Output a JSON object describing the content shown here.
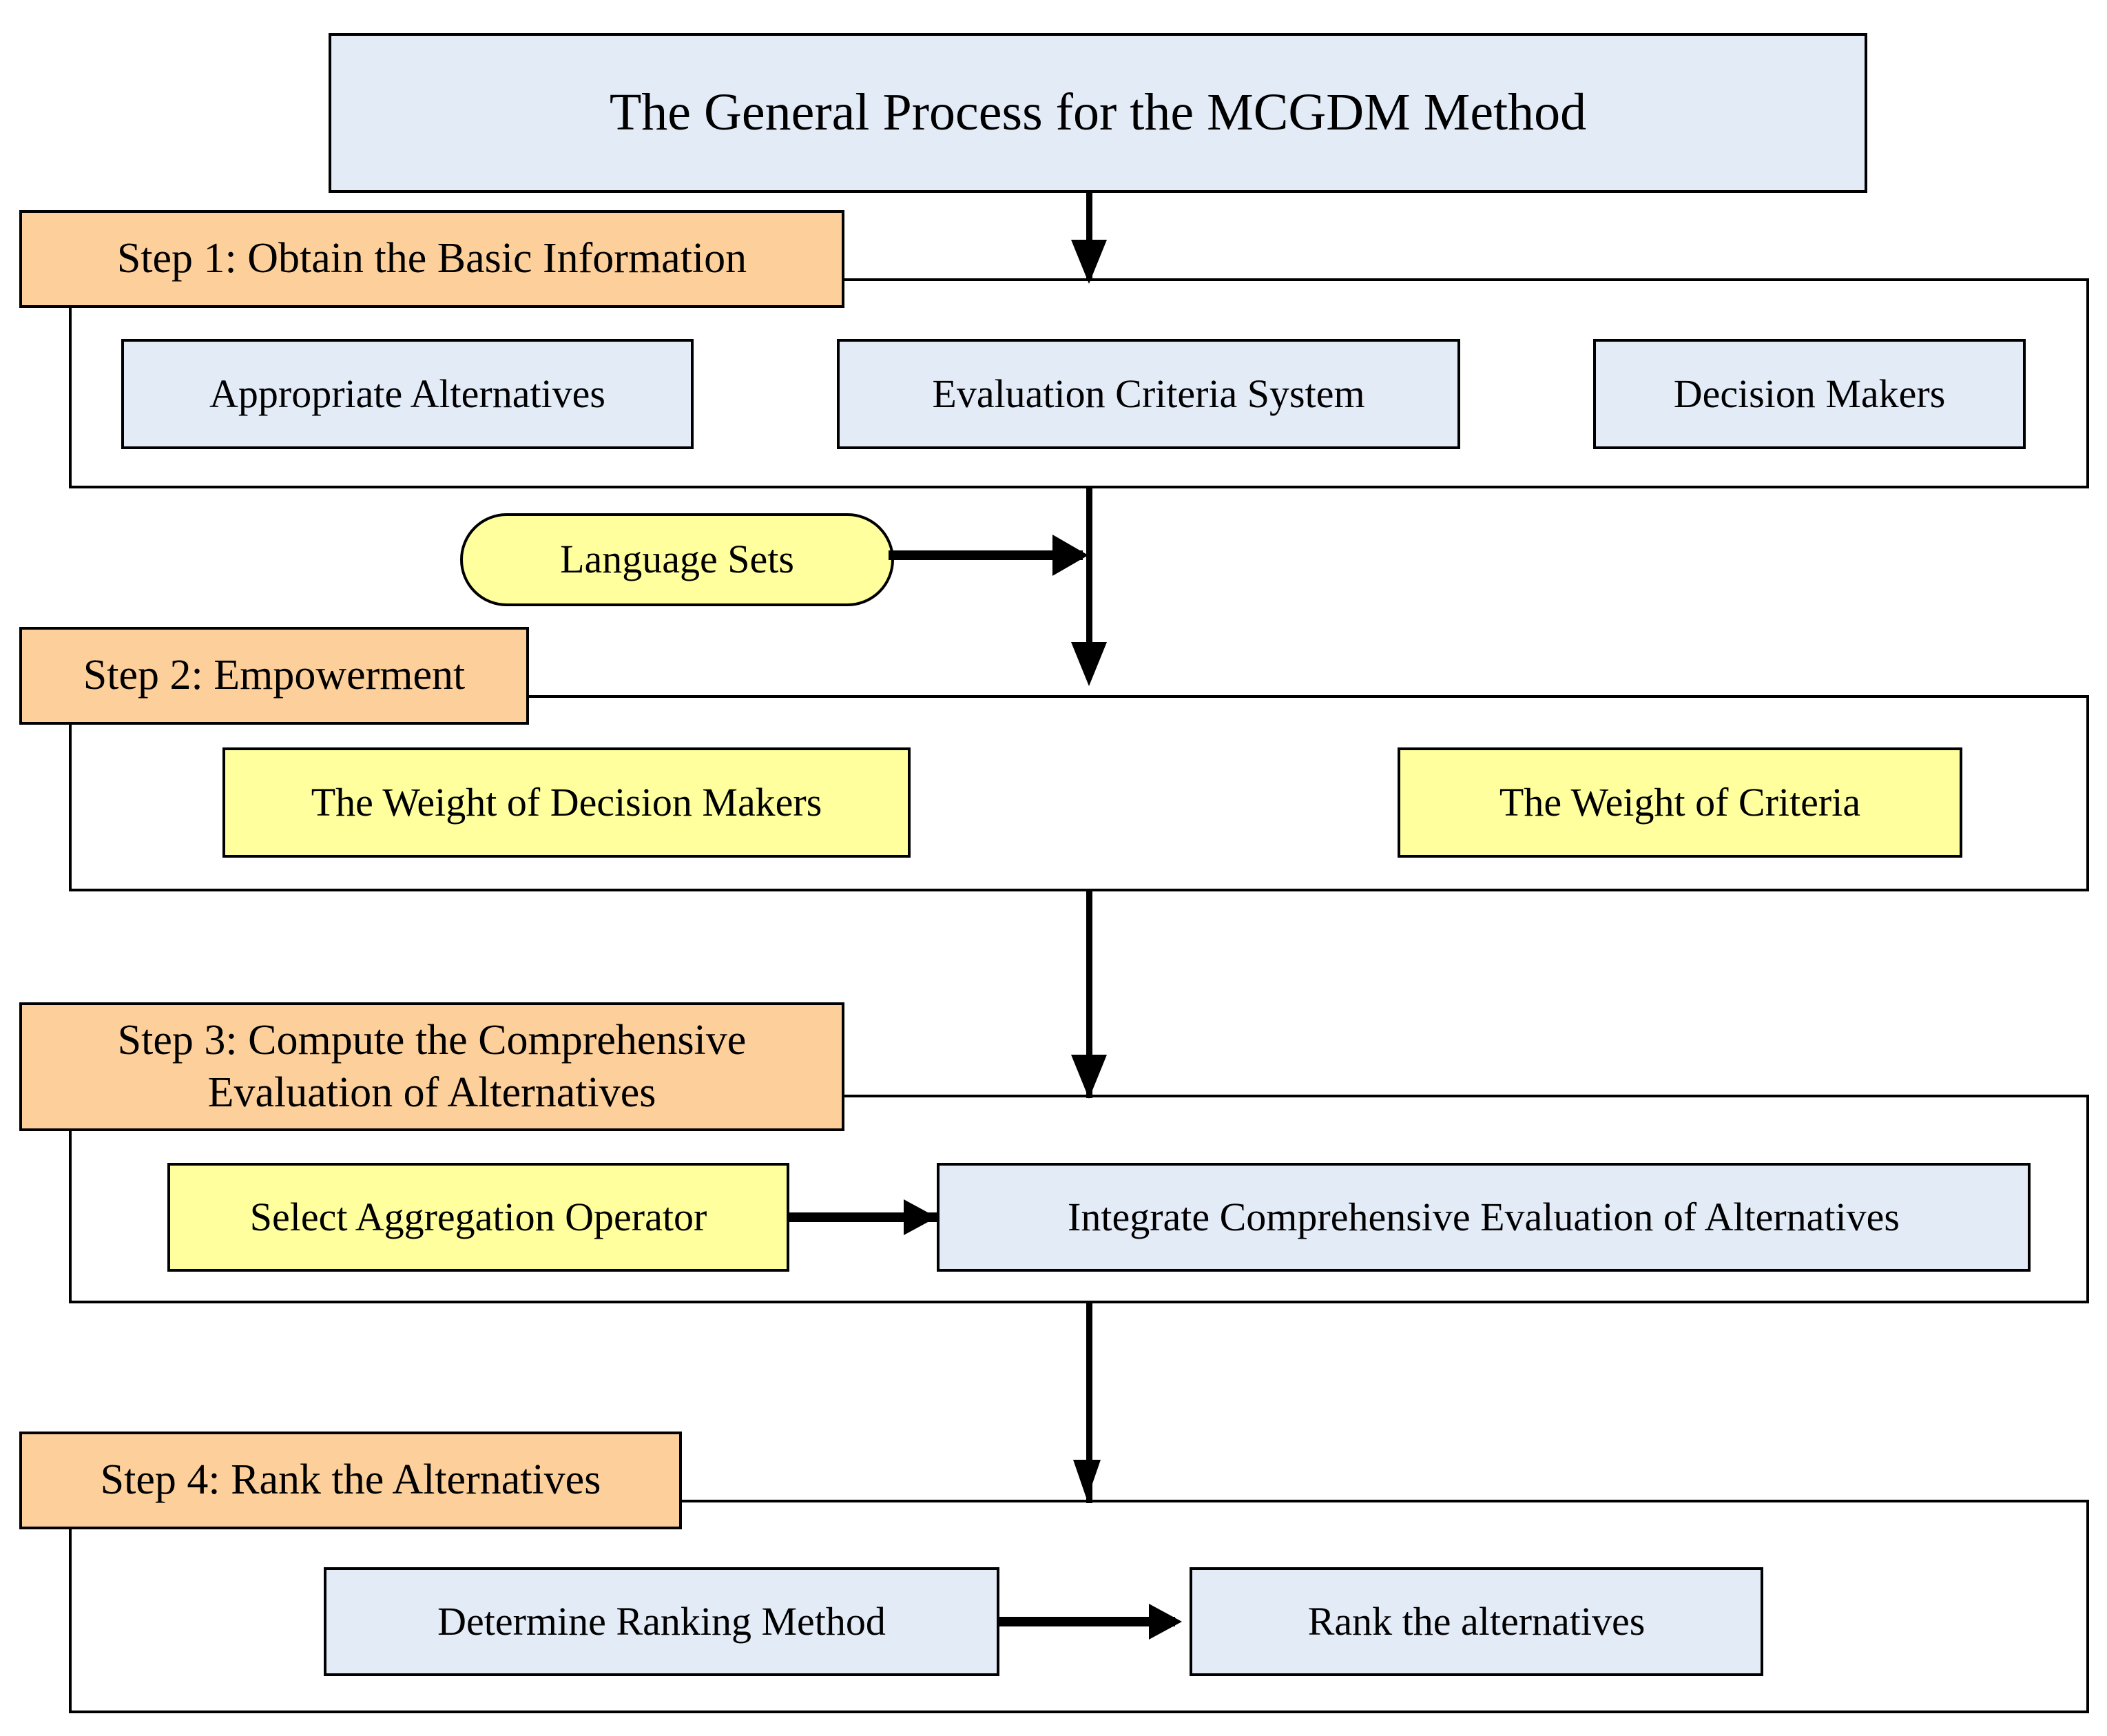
{
  "diagram": {
    "title": "The General Process for the MCGDM Method",
    "colors": {
      "blue_fill": "#e3ebf7",
      "orange_fill": "#fdcf9a",
      "yellow_fill": "#ffff9e",
      "stroke": "#000000",
      "background": "#ffffff"
    },
    "steps": [
      {
        "header": "Step 1: Obtain the Basic Information",
        "nodes": [
          "Appropriate Alternatives",
          "Evaluation Criteria System",
          "Decision Makers"
        ]
      },
      {
        "header": "Step 2: Empowerment",
        "nodes": [
          "The Weight of Decision Makers",
          "The Weight of Criteria"
        ]
      },
      {
        "header_line1": "Step 3: Compute the Comprehensive",
        "header_line2": "Evaluation of Alternatives",
        "nodes": [
          "Select Aggregation Operator",
          "Integrate Comprehensive Evaluation of Alternatives"
        ]
      },
      {
        "header": "Step 4: Rank the Alternatives",
        "nodes": [
          "Determine Ranking Method",
          "Rank the alternatives"
        ]
      }
    ],
    "side_input": "Language Sets"
  }
}
